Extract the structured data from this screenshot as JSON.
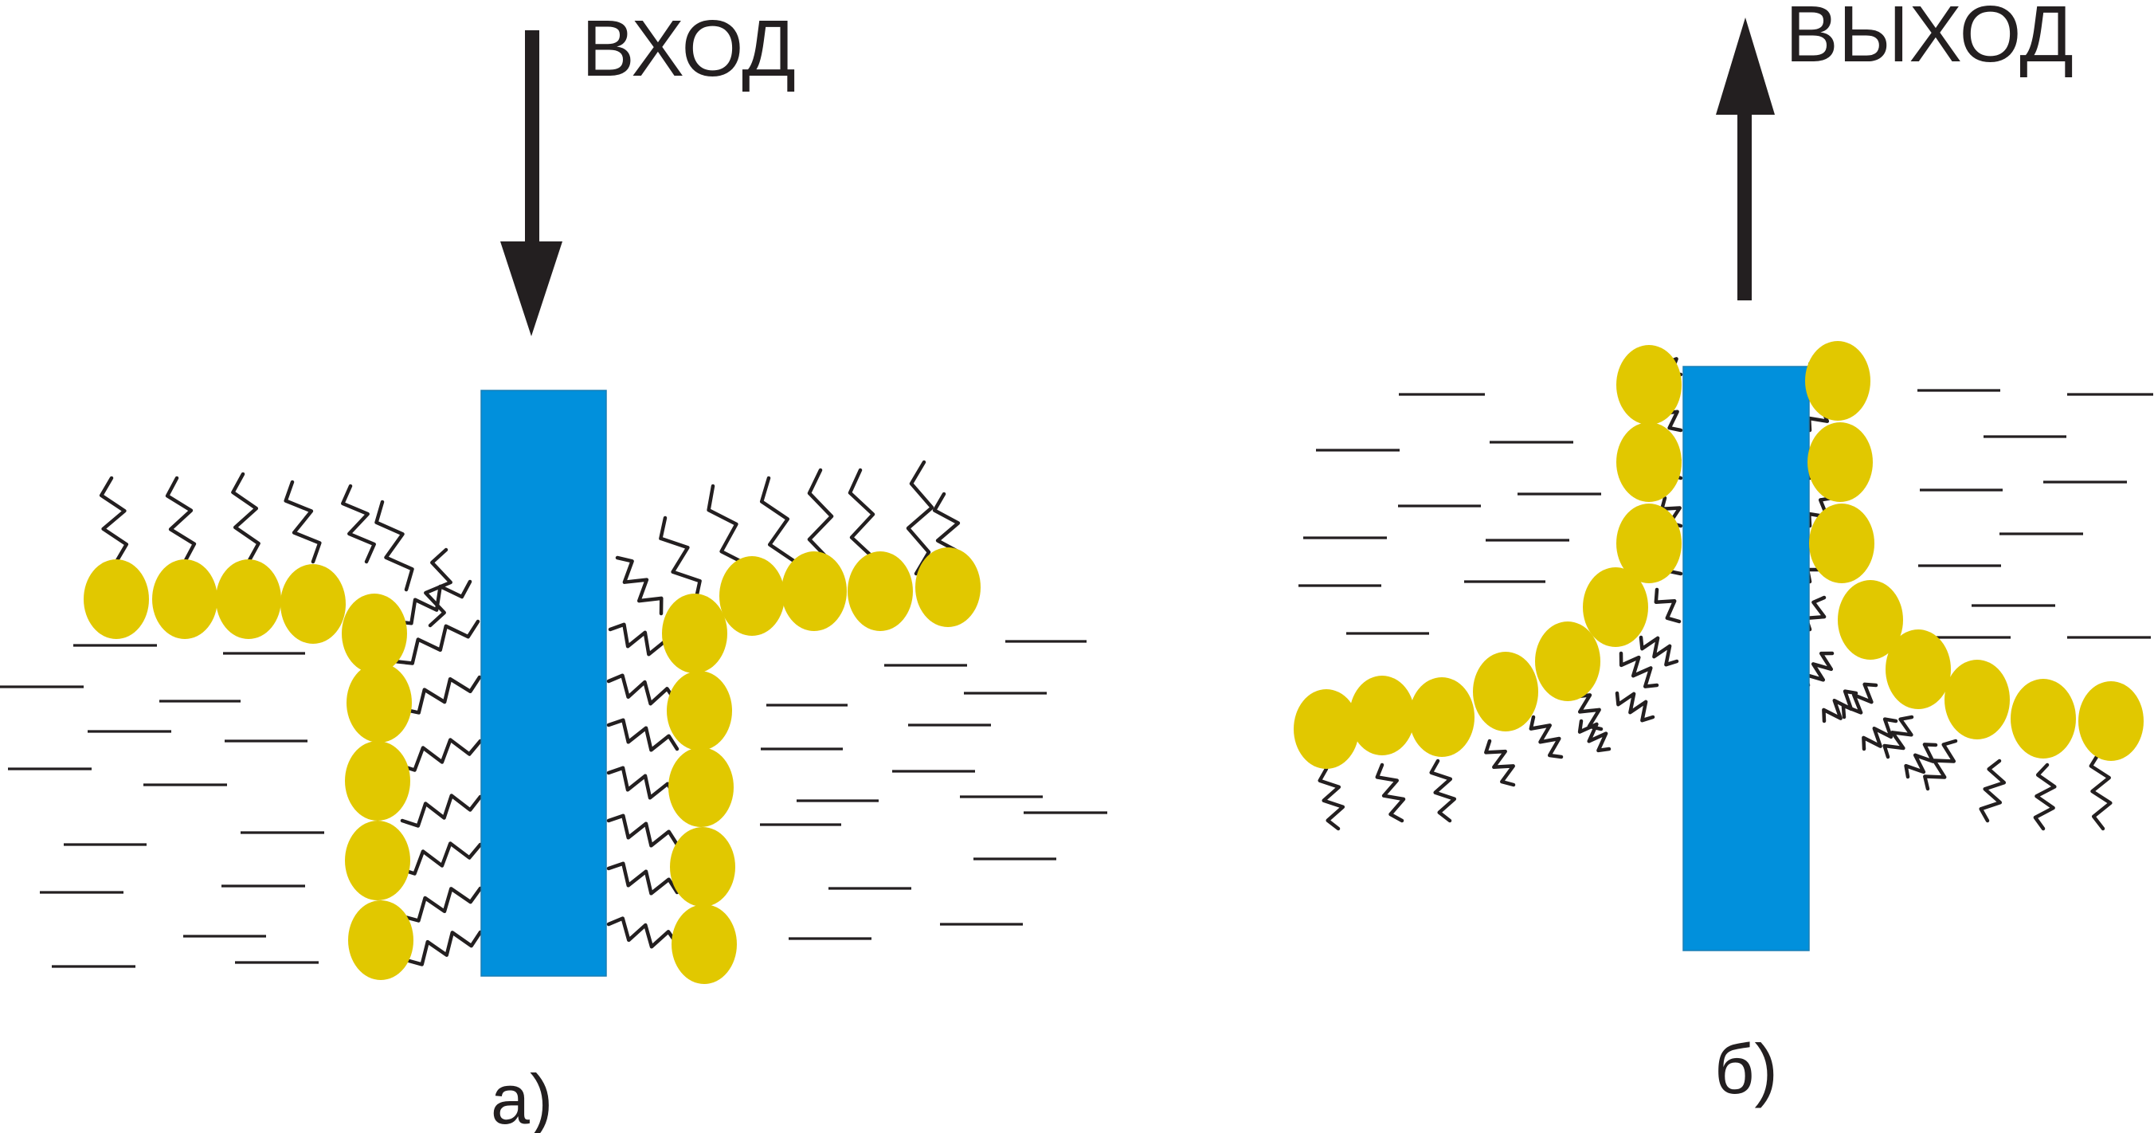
{
  "panels": [
    {
      "direction_label": "ВХОД",
      "caption": "а)"
    },
    {
      "direction_label": "ВЫХОД",
      "caption": "б)"
    }
  ],
  "colors": {
    "block": "#0190dc",
    "lipid_head": "#e1c800",
    "ink": "#231f20",
    "background": "#ffffff"
  }
}
